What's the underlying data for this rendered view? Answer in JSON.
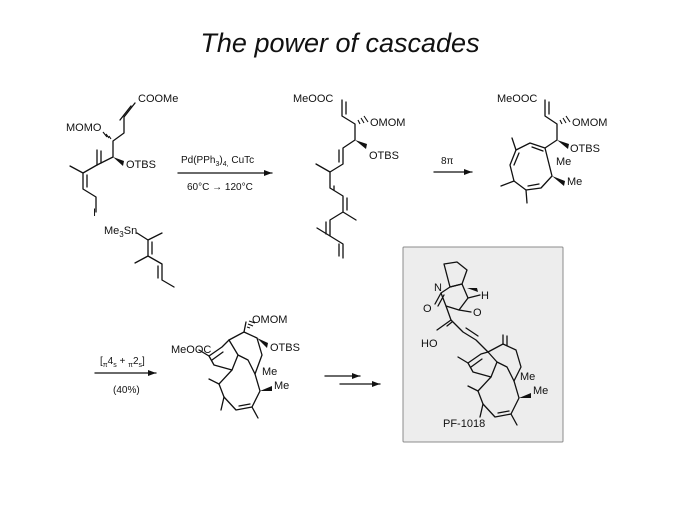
{
  "title": "The power of cascades",
  "molecule1": {
    "ester": "COOMe",
    "mom": "MOMO",
    "otbs": "OTBS",
    "iodide": "I"
  },
  "stannane": {
    "me3sn": "Me",
    "me3sn_sub": "3",
    "me3sn_tail": "Sn"
  },
  "step1": {
    "reagent_a": "Pd(PPh",
    "reagent_a_sub1": "3",
    "reagent_a_close": ")",
    "reagent_a_sub2": "4,",
    "reagent_a_tail": " CuTc",
    "conditions": "60°C → 120°C"
  },
  "tetraene": {
    "ester": "MeOOC",
    "omom": "OMOM",
    "otbs": "OTBS"
  },
  "step2": {
    "label": "8π"
  },
  "cyclooctatriene": {
    "ester": "MeOOC",
    "omom": "OMOM",
    "otbs": "OTBS",
    "me1": "Me",
    "me2": "Me"
  },
  "step3": {
    "label_open": "[",
    "label_pi1": "π",
    "label_4": "4",
    "label_s1": "s",
    "label_plus": " + ",
    "label_pi2": "π",
    "label_2": "2",
    "label_s2": "s",
    "label_close": "]",
    "yield": "(40%)"
  },
  "cycloadduct": {
    "ester": "MeOOC",
    "omom": "OMOM",
    "otbs": "OTBS",
    "me1": "Me",
    "me2": "Me"
  },
  "target": {
    "n": "N",
    "h": "H",
    "o1": "O",
    "o2": "O",
    "ho": "HO",
    "me1": "Me",
    "me2": "Me",
    "name": "PF-1018"
  },
  "colors": {
    "box_fill": "#ededed",
    "box_stroke": "#8c8c8c",
    "ink": "#111111"
  }
}
